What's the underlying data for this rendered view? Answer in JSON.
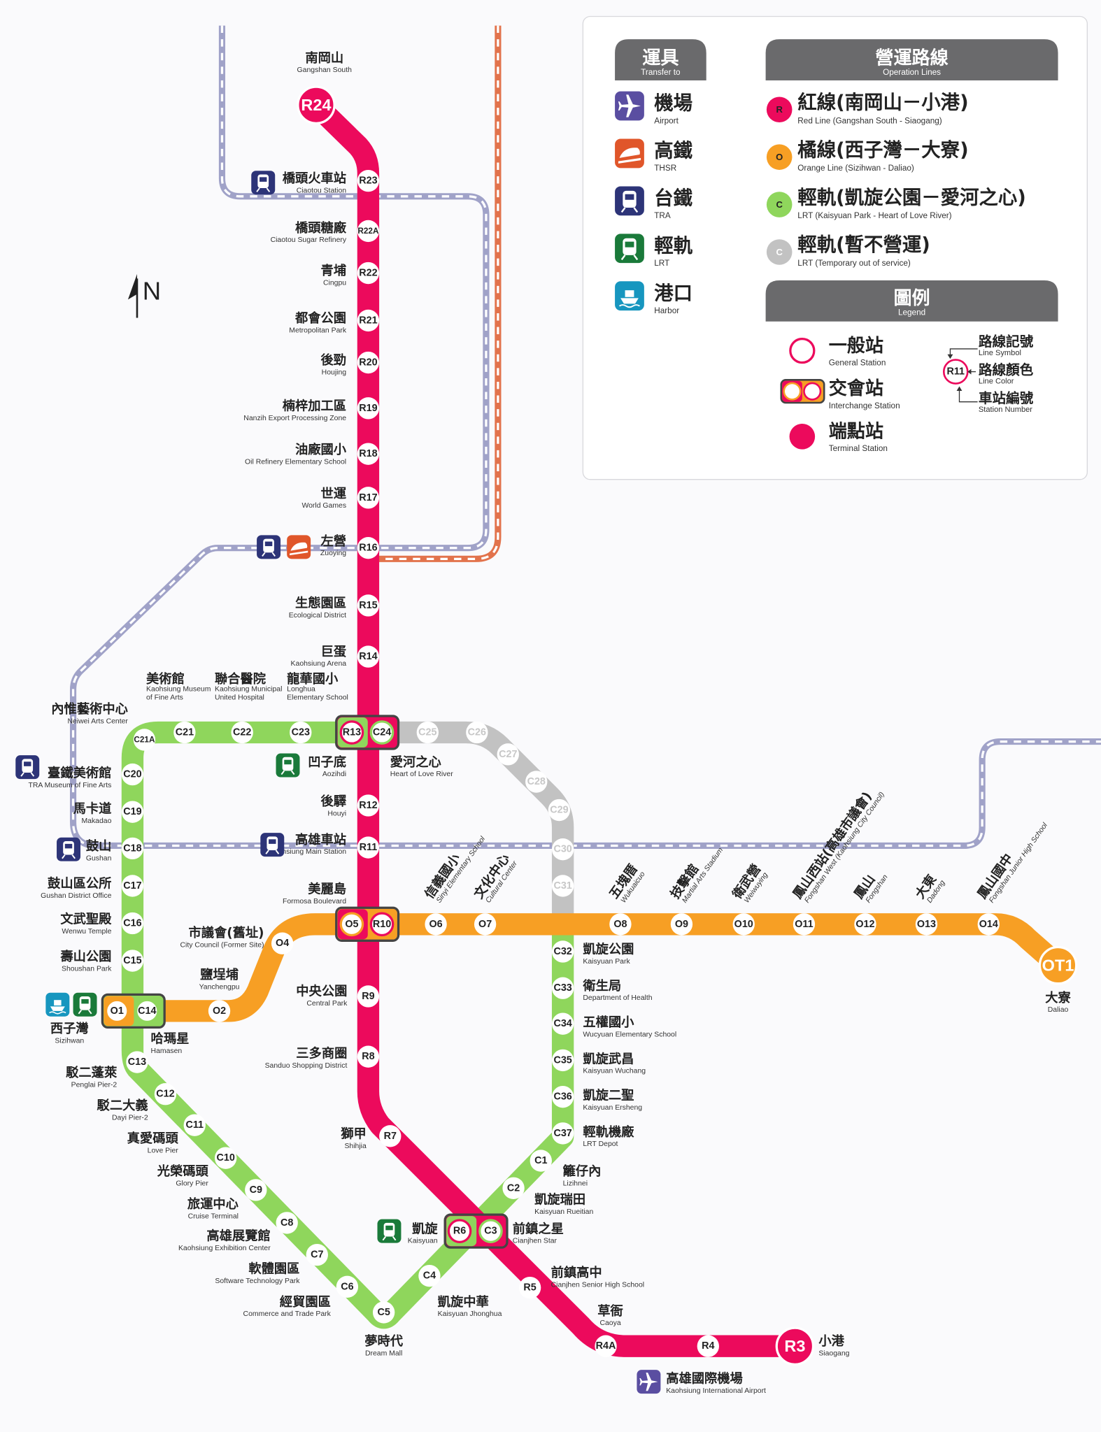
{
  "north_label": "N",
  "colors": {
    "red": "#ec0a5c",
    "orange": "#f79f24",
    "green": "#8fd65c",
    "grey": "#c2c2c2",
    "tra": "#a0a2c8",
    "thsr": "#e2734c",
    "header": "#6a6a6c",
    "interchange_border": "#444444"
  },
  "legend": {
    "transfer_header": {
      "zh": "運具",
      "en": "Transfer to"
    },
    "transfer_items": [
      {
        "icon": "airport-icon",
        "zh": "機場",
        "en": "Airport",
        "color": "#5a4ea1"
      },
      {
        "icon": "thsr-icon",
        "zh": "高鐵",
        "en": "THSR",
        "color": "#e0562a"
      },
      {
        "icon": "tra-icon",
        "zh": "台鐵",
        "en": "TRA",
        "color": "#2d3478"
      },
      {
        "icon": "lrt-icon",
        "zh": "輕軌",
        "en": "LRT",
        "color": "#1a7a3a"
      },
      {
        "icon": "harbor-icon",
        "zh": "港口",
        "en": "Harbor",
        "color": "#1796bf"
      }
    ],
    "lines_header": {
      "zh": "營運路線",
      "en": "Operation Lines"
    },
    "lines": [
      {
        "symbol": "R",
        "zh": "紅線(南岡山－小港)",
        "en": "Red Line (Gangshan South - Siaogang)",
        "color": "#ec0a5c"
      },
      {
        "symbol": "O",
        "zh": "橘線(西子灣－大寮)",
        "en": "Orange Line (Sizihwan - Daliao)",
        "color": "#f79f24"
      },
      {
        "symbol": "C",
        "zh": "輕軌(凱旋公園－愛河之心)",
        "en": "LRT (Kaisyuan Park - Heart of Love River)",
        "color": "#8fd65c"
      },
      {
        "symbol": "C",
        "zh": "輕軌(暫不營運)",
        "en": "LRT (Temporary out of service)",
        "color": "#c2c2c2"
      }
    ],
    "legend_header": {
      "zh": "圖例",
      "en": "Legend"
    },
    "station_types": [
      {
        "zh": "一般站",
        "en": "General Station"
      },
      {
        "zh": "交會站",
        "en": "Interchange Station"
      },
      {
        "zh": "端點站",
        "en": "Terminal Station"
      }
    ],
    "symbol_example": {
      "code": "R11",
      "parts": [
        {
          "zh": "路線記號",
          "en": "Line Symbol"
        },
        {
          "zh": "路線顏色",
          "en": "Line Color"
        },
        {
          "zh": "車站編號",
          "en": "Station Number"
        }
      ]
    }
  },
  "stations": [
    {
      "code": "R24",
      "line": "red",
      "zh": "南岡山",
      "en": "Gangshan South"
    },
    {
      "code": "R23",
      "line": "red",
      "zh": "橋頭火車站",
      "en": "Ciaotou Station"
    },
    {
      "code": "R22A",
      "line": "red",
      "zh": "橋頭糖廠",
      "en": "Ciaotou Sugar Refinery"
    },
    {
      "code": "R22",
      "line": "red",
      "zh": "青埔",
      "en": "Cingpu"
    },
    {
      "code": "R21",
      "line": "red",
      "zh": "都會公園",
      "en": "Metropolitan Park"
    },
    {
      "code": "R20",
      "line": "red",
      "zh": "後勁",
      "en": "Houjing"
    },
    {
      "code": "R19",
      "line": "red",
      "zh": "楠梓加工區",
      "en": "Nanzih Export Processing Zone"
    },
    {
      "code": "R18",
      "line": "red",
      "zh": "油廠國小",
      "en": "Oil Refinery Elementary School"
    },
    {
      "code": "R17",
      "line": "red",
      "zh": "世運",
      "en": "World Games"
    },
    {
      "code": "R16",
      "line": "red",
      "zh": "左營",
      "en": "Zuoying"
    },
    {
      "code": "R15",
      "line": "red",
      "zh": "生態園區",
      "en": "Ecological District"
    },
    {
      "code": "R14",
      "line": "red",
      "zh": "巨蛋",
      "en": "Kaohsiung Arena"
    },
    {
      "code": "R13",
      "line": "red",
      "zh": "凹子底",
      "en": "Aozihdi"
    },
    {
      "code": "R12",
      "line": "red",
      "zh": "後驛",
      "en": "Houyi"
    },
    {
      "code": "R11",
      "line": "red",
      "zh": "高雄車站",
      "en": "Kaohsiung Main Station"
    },
    {
      "code": "R10",
      "line": "red",
      "zh": "美麗島",
      "en": "Formosa Boulevard"
    },
    {
      "code": "R9",
      "line": "red",
      "zh": "中央公園",
      "en": "Central Park"
    },
    {
      "code": "R8",
      "line": "red",
      "zh": "三多商圈",
      "en": "Sanduo Shopping District"
    },
    {
      "code": "R7",
      "line": "red",
      "zh": "獅甲",
      "en": "Shihjia"
    },
    {
      "code": "R6",
      "line": "red",
      "zh": "凱旋",
      "en": "Kaisyuan"
    },
    {
      "code": "R5",
      "line": "red",
      "zh": "前鎮高中",
      "en": "Cianjhen Senior High School"
    },
    {
      "code": "R4A",
      "line": "red",
      "zh": "草衙",
      "en": "Caoya"
    },
    {
      "code": "R4",
      "line": "red",
      "zh": "高雄國際機場",
      "en": "Kaohsiung International Airport"
    },
    {
      "code": "R3",
      "line": "red",
      "zh": "小港",
      "en": "Siaogang"
    },
    {
      "code": "O1",
      "line": "orange",
      "zh": "西子灣",
      "en": "Sizihwan"
    },
    {
      "code": "O2",
      "line": "orange",
      "zh": "鹽埕埔",
      "en": "Yanchengpu"
    },
    {
      "code": "O4",
      "line": "orange",
      "zh": "市議會(舊址)",
      "en": "City Council (Former Site)"
    },
    {
      "code": "O5",
      "line": "orange"
    },
    {
      "code": "O6",
      "line": "orange",
      "zh": "信義國小",
      "en": "Sinyi Elementary School"
    },
    {
      "code": "O7",
      "line": "orange",
      "zh": "文化中心",
      "en": "Cultural Center"
    },
    {
      "code": "O8",
      "line": "orange",
      "zh": "五塊厝",
      "en": "Wukuaicuo"
    },
    {
      "code": "O9",
      "line": "orange",
      "zh": "技擊館",
      "en": "Martial Arts Stadium"
    },
    {
      "code": "O10",
      "line": "orange",
      "zh": "衛武營",
      "en": "Weiwuying"
    },
    {
      "code": "O11",
      "line": "orange",
      "zh": "鳳山西站(高雄市議會)",
      "en": "Fongshan West (Kaohsiung City Council)"
    },
    {
      "code": "O12",
      "line": "orange",
      "zh": "鳳山",
      "en": "Fongshan"
    },
    {
      "code": "O13",
      "line": "orange",
      "zh": "大東",
      "en": "Dadong"
    },
    {
      "code": "O14",
      "line": "orange",
      "zh": "鳳山國中",
      "en": "Fongshan Junior High School"
    },
    {
      "code": "OT1",
      "line": "orange",
      "zh": "大寮",
      "en": "Daliao"
    },
    {
      "code": "C1",
      "line": "green",
      "zh": "籬仔內",
      "en": "Lizihnei"
    },
    {
      "code": "C2",
      "line": "green",
      "zh": "凱旋瑞田",
      "en": "Kaisyuan Rueitian"
    },
    {
      "code": "C3",
      "line": "green",
      "zh": "前鎮之星",
      "en": "Cianjhen Star"
    },
    {
      "code": "C4",
      "line": "green",
      "zh": "凱旋中華",
      "en": "Kaisyuan Jhonghua"
    },
    {
      "code": "C5",
      "line": "green",
      "zh": "夢時代",
      "en": "Dream Mall"
    },
    {
      "code": "C6",
      "line": "green",
      "zh": "經貿園區",
      "en": "Commerce and Trade Park"
    },
    {
      "code": "C7",
      "line": "green",
      "zh": "軟體園區",
      "en": "Software Technology Park"
    },
    {
      "code": "C8",
      "line": "green",
      "zh": "高雄展覽館",
      "en": "Kaohsiung Exhibition Center"
    },
    {
      "code": "C9",
      "line": "green",
      "zh": "旅運中心",
      "en": "Cruise Terminal"
    },
    {
      "code": "C10",
      "line": "green",
      "zh": "光榮碼頭",
      "en": "Glory Pier"
    },
    {
      "code": "C11",
      "line": "green",
      "zh": "真愛碼頭",
      "en": "Love Pier"
    },
    {
      "code": "C12",
      "line": "green",
      "zh": "駁二大義",
      "en": "Dayi Pier-2"
    },
    {
      "code": "C13",
      "line": "green",
      "zh": "駁二蓬萊",
      "en": "Penglai Pier-2"
    },
    {
      "code": "C14",
      "line": "green",
      "zh": "哈瑪星",
      "en": "Hamasen"
    },
    {
      "code": "C15",
      "line": "green",
      "zh": "壽山公園",
      "en": "Shoushan Park"
    },
    {
      "code": "C16",
      "line": "green",
      "zh": "文武聖殿",
      "en": "Wenwu Temple"
    },
    {
      "code": "C17",
      "line": "green",
      "zh": "鼓山區公所",
      "en": "Gushan District Office"
    },
    {
      "code": "C18",
      "line": "green",
      "zh": "鼓山",
      "en": "Gushan"
    },
    {
      "code": "C19",
      "line": "green",
      "zh": "馬卡道",
      "en": "Makadao"
    },
    {
      "code": "C20",
      "line": "green",
      "zh": "臺鐵美術館",
      "en": "TRA Museum of Fine Arts"
    },
    {
      "code": "C21A",
      "line": "green",
      "zh": "內惟藝術中心",
      "en": "Neiwei Arts Center"
    },
    {
      "code": "C21",
      "line": "green",
      "zh": "美術館",
      "en": "Kaohsiung Museum of Fine Arts"
    },
    {
      "code": "C22",
      "line": "green",
      "zh": "聯合醫院",
      "en": "Kaohsiung Municipal United Hospital"
    },
    {
      "code": "C23",
      "line": "green",
      "zh": "龍華國小",
      "en": "Longhua Elementary School"
    },
    {
      "code": "C24",
      "line": "green",
      "zh": "愛河之心",
      "en": "Heart of Love River"
    },
    {
      "code": "C25",
      "line": "grey"
    },
    {
      "code": "C26",
      "line": "grey"
    },
    {
      "code": "C27",
      "line": "grey"
    },
    {
      "code": "C28",
      "line": "grey"
    },
    {
      "code": "C29",
      "line": "grey"
    },
    {
      "code": "C30",
      "line": "grey"
    },
    {
      "code": "C31",
      "line": "grey"
    },
    {
      "code": "C32",
      "line": "green",
      "zh": "凱旋公園",
      "en": "Kaisyuan Park"
    },
    {
      "code": "C33",
      "line": "green",
      "zh": "衛生局",
      "en": "Department of Health"
    },
    {
      "code": "C34",
      "line": "green",
      "zh": "五權國小",
      "en": "Wucyuan Elementary School"
    },
    {
      "code": "C35",
      "line": "green",
      "zh": "凱旋武昌",
      "en": "Kaisyuan Wuchang"
    },
    {
      "code": "C36",
      "line": "green",
      "zh": "凱旋二聖",
      "en": "Kaisyuan Ersheng"
    },
    {
      "code": "C37",
      "line": "green",
      "zh": "輕軌機廠",
      "en": "LRT Depot"
    }
  ]
}
